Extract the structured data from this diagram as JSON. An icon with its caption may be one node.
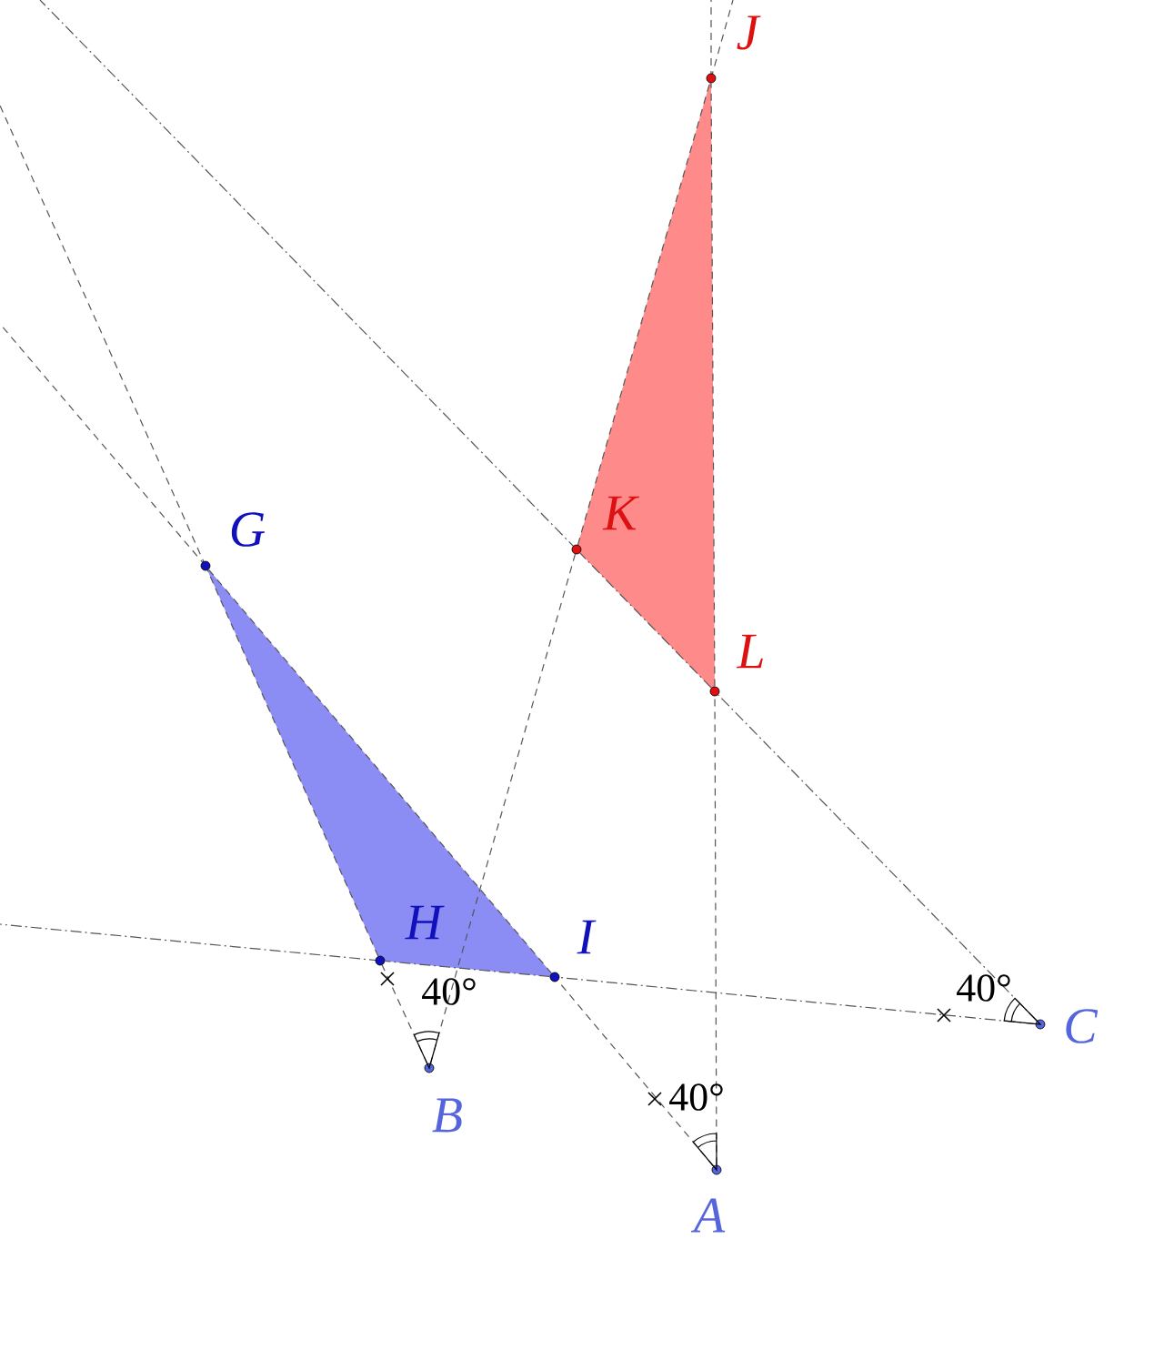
{
  "diagram": {
    "nodes": [
      {
        "text": [
          "J"
        ]
      },
      {
        "text": [
          "K"
        ]
      },
      {
        "text": [
          "G"
        ]
      },
      {
        "text": [
          "L"
        ]
      },
      {
        "text": [
          "H"
        ]
      },
      {
        "text": [
          "I"
        ]
      },
      {
        "text": [
          "C"
        ]
      },
      {
        "text": [
          "B"
        ]
      },
      {
        "text": [
          "A"
        ]
      }
    ],
    "edges": [
      {
        "from": 8,
        "to": 5,
        "arrow": "none",
        "style": "dashed"
      },
      {
        "from": 5,
        "to": 2,
        "arrow": "none",
        "style": "dashed"
      },
      {
        "from": 7,
        "to": 4,
        "arrow": "none",
        "style": "dashed"
      },
      {
        "from": 4,
        "to": 2,
        "arrow": "none",
        "style": "dashed"
      },
      {
        "from": 7,
        "to": 1,
        "arrow": "none",
        "style": "dashed"
      },
      {
        "from": 1,
        "to": 0,
        "arrow": "none",
        "style": "dashed"
      },
      {
        "from": 8,
        "to": 3,
        "arrow": "none",
        "style": "dashed"
      },
      {
        "from": 3,
        "to": 0,
        "arrow": "none",
        "style": "dashed"
      },
      {
        "from": 6,
        "to": 3,
        "arrow": "none"
      },
      {
        "from": 3,
        "to": 1,
        "arrow": "none"
      },
      {
        "from": 6,
        "to": 5,
        "arrow": "none"
      },
      {
        "from": 5,
        "to": 4,
        "arrow": "none"
      }
    ],
    "labels": [
      "40°",
      "40°",
      "40°"
    ]
  }
}
